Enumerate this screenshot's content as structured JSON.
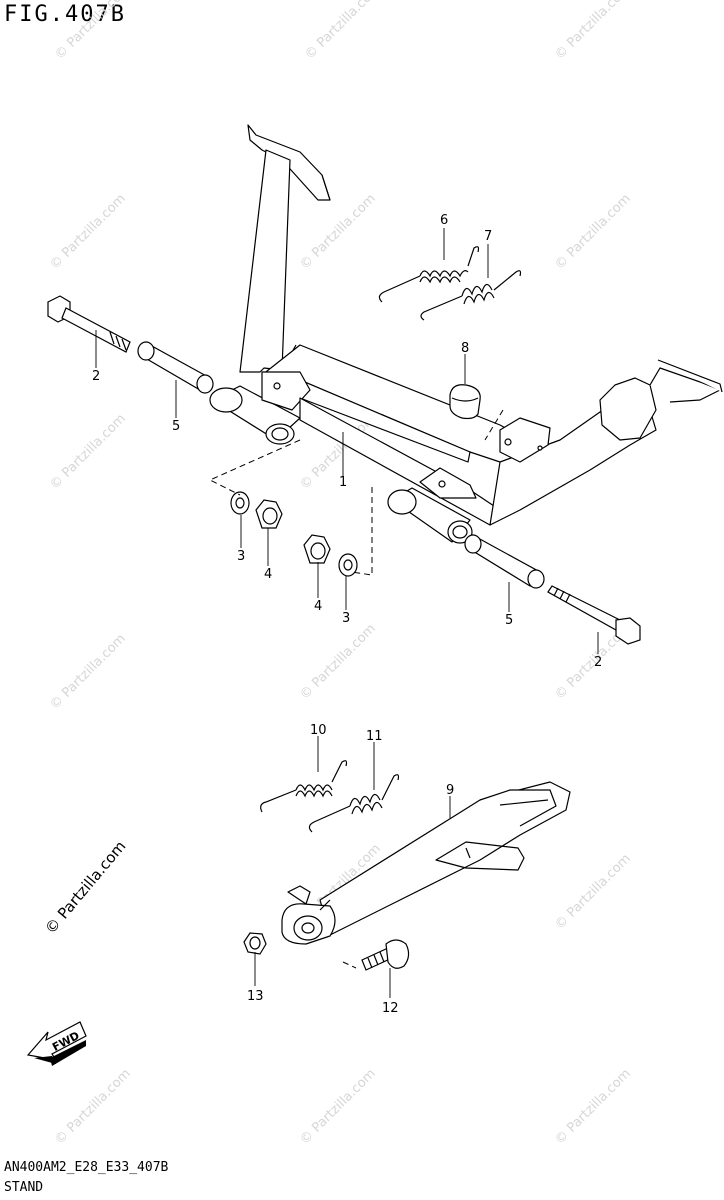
{
  "figure": {
    "title": "FIG.407B",
    "code": "AN400AM2_E28_E33_407B",
    "description": "STAND"
  },
  "watermark": "© Partzilla.com",
  "fwd_label": "FWD",
  "callouts": {
    "c1": "1",
    "c2a": "2",
    "c2b": "2",
    "c3a": "3",
    "c3b": "3",
    "c4a": "4",
    "c4b": "4",
    "c5a": "5",
    "c5b": "5",
    "c6": "6",
    "c7": "7",
    "c8": "8",
    "c9": "9",
    "c10": "10",
    "c11": "11",
    "c12": "12",
    "c13": "13"
  }
}
